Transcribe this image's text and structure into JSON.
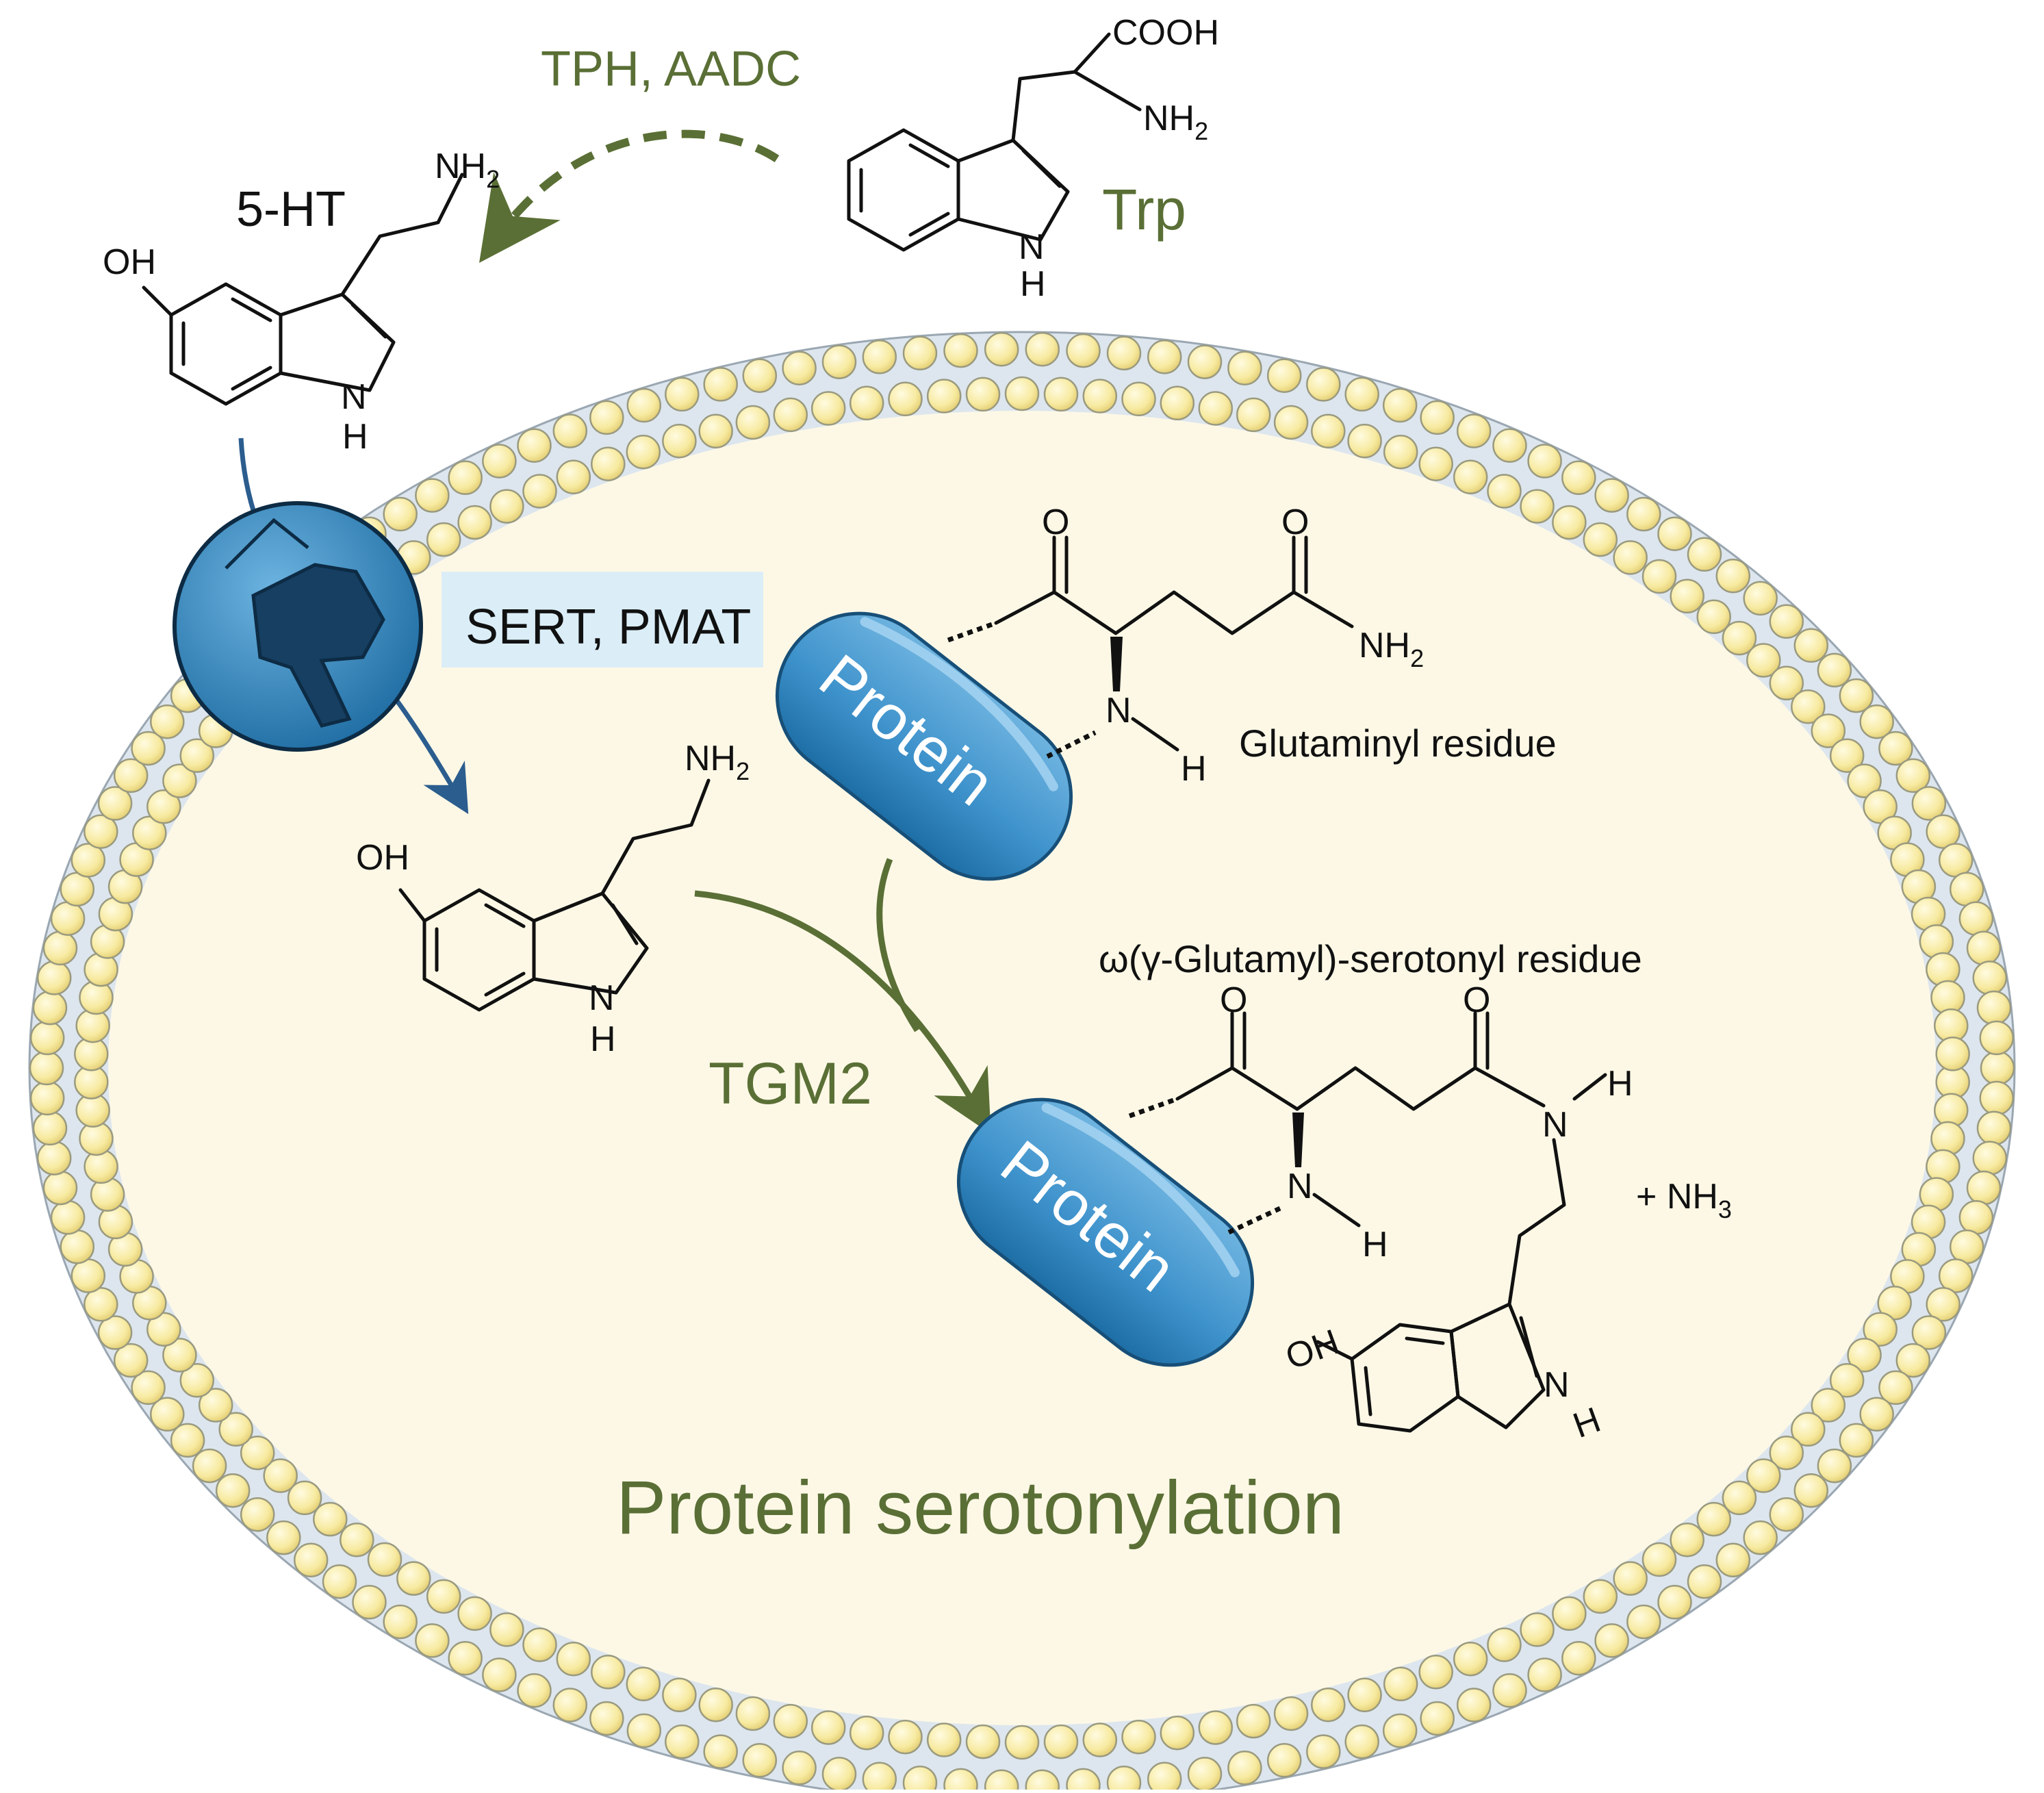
{
  "title": "Protein serotonylation",
  "enzymes": {
    "synthesis": "TPH, AADC",
    "transporter": "SERT, PMAT",
    "crosslinker": "TGM2"
  },
  "molecules": {
    "trp": {
      "label": "Trp",
      "groups": {
        "cooh": "COOH",
        "nh2": "NH",
        "nh2_sub": "2",
        "n": "N",
        "h": "H"
      }
    },
    "serotonin_out": {
      "label": "5-HT",
      "groups": {
        "nh2": "NH",
        "nh2_sub": "2",
        "oh": "OH",
        "n": "N",
        "h": "H"
      }
    },
    "serotonin_in": {
      "groups": {
        "nh2": "NH",
        "nh2_sub": "2",
        "oh": "OH",
        "n": "N",
        "h": "H"
      }
    },
    "glutaminyl": {
      "label": "Glutaminyl residue",
      "groups": {
        "o1": "O",
        "o2": "O",
        "nh2": "NH",
        "nh2_sub": "2",
        "n": "N",
        "h": "H"
      }
    },
    "product": {
      "label": "ω(γ-Glutamyl)-serotonyl residue",
      "groups": {
        "o1": "O",
        "o2": "O",
        "n_amide": "N",
        "h_amide": "H",
        "n": "N",
        "h": "H",
        "oh": "OH",
        "ring_n": "N",
        "ring_h": "H"
      }
    },
    "byproduct": {
      "label": "+ NH",
      "sub": "3"
    }
  },
  "protein_label": "Protein",
  "colors": {
    "membrane_head": "#f7eaa0",
    "membrane_head_stroke": "#9a9a80",
    "membrane_tail": "#dde6ee",
    "cytoplasm": "#fdf8e6",
    "protein": "#3f93cc",
    "transporter": "#2f86bd",
    "green": "#5a6f35",
    "blue_arrow": "#2b5d8e",
    "sert_box": "#dbeef8"
  }
}
